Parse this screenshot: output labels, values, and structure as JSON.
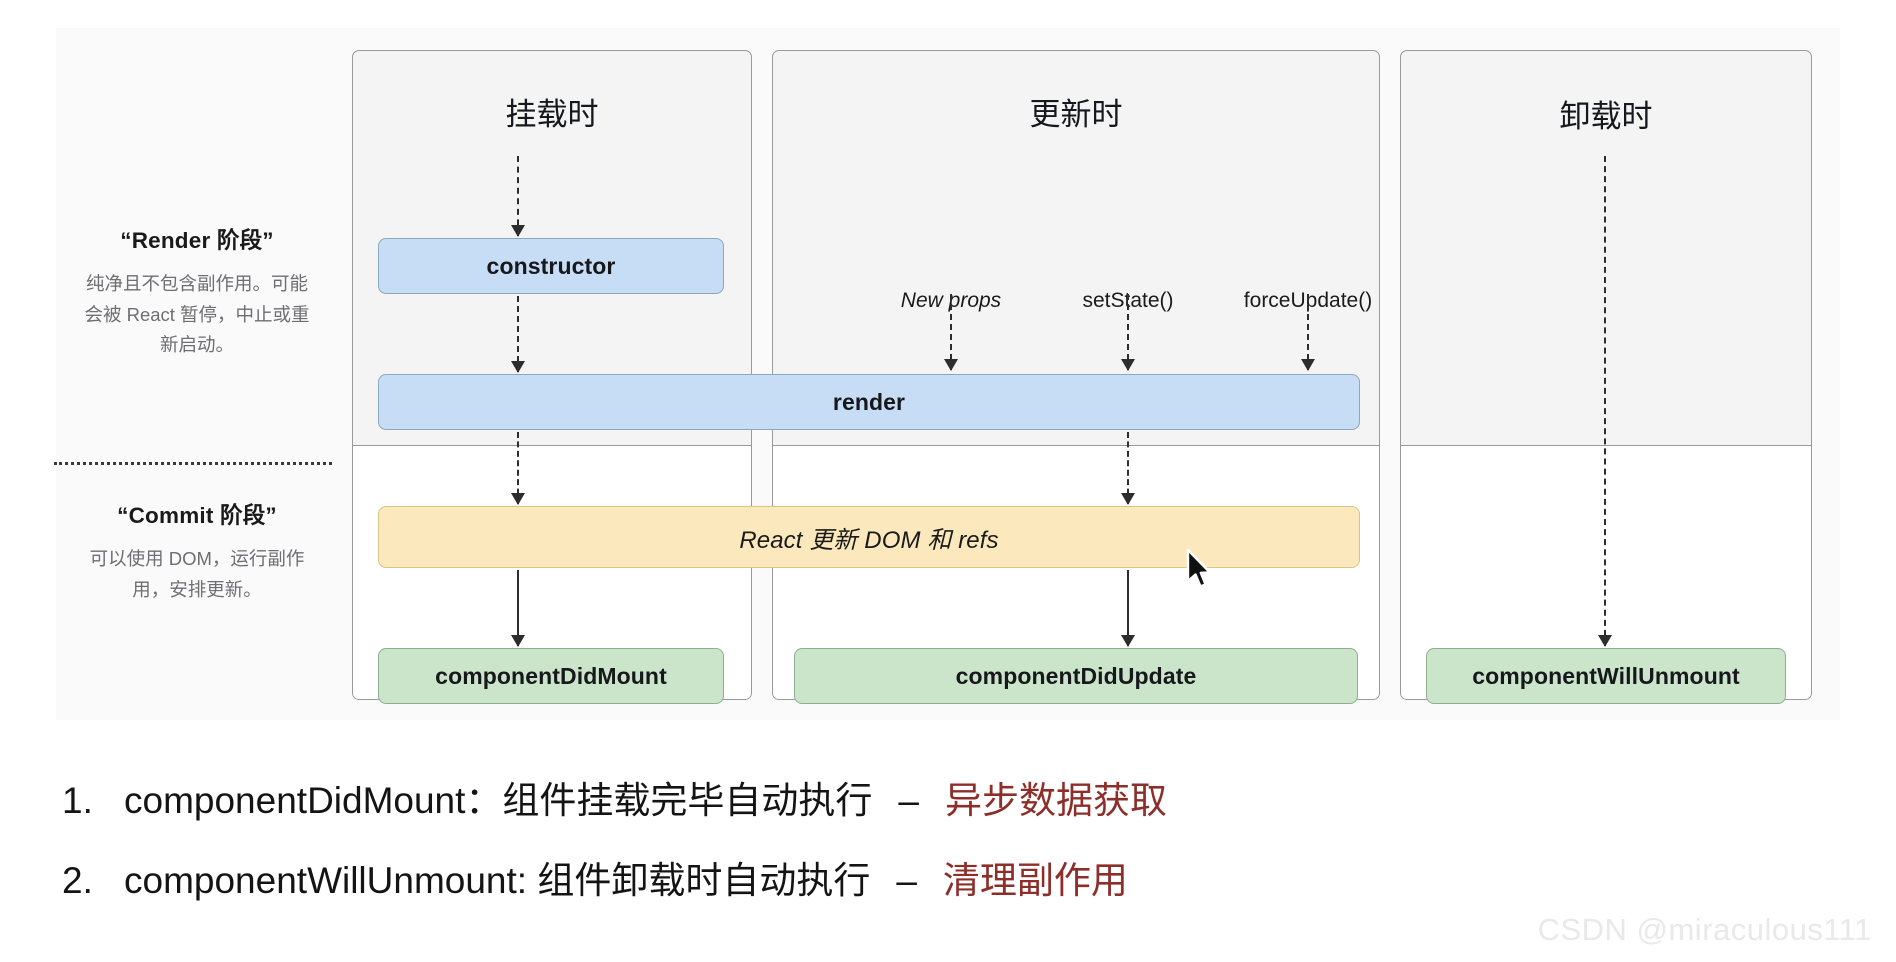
{
  "legend": {
    "render": {
      "title": "“Render 阶段”",
      "desc": "纯净且不包含副作用。可能会被 React 暂停，中止或重新启动。"
    },
    "commit": {
      "title": "“Commit 阶段”",
      "desc": "可以使用 DOM，运行副作用，安排更新。"
    }
  },
  "panels": {
    "mount": {
      "title": "挂载时"
    },
    "update": {
      "title": "更新时"
    },
    "unmount": {
      "title": "卸载时"
    }
  },
  "triggers": [
    {
      "label": "New props",
      "italic": true
    },
    {
      "label": "setState()",
      "italic": false
    },
    {
      "label": "forceUpdate()",
      "italic": false
    }
  ],
  "boxes": {
    "constructor": "constructor",
    "render": "render",
    "react_dom": "React 更新 DOM 和 refs",
    "did_mount": "componentDidMount",
    "did_update": "componentDidUpdate",
    "will_unmount": "componentWillUnmount"
  },
  "notes": [
    {
      "num": "1.",
      "text": "componentDidMount：组件挂载完毕自动执行",
      "dash": "–",
      "highlight": "异步数据获取"
    },
    {
      "num": "2.",
      "text": "componentWillUnmount: 组件卸载时自动执行",
      "dash": "–",
      "highlight": "清理副作用"
    }
  ],
  "watermark": "CSDN @miraculous111",
  "colors": {
    "blue_box": "#c6ddf5",
    "green_box": "#cbe5cb",
    "yellow_box": "#fbe9bd",
    "panel_bg": "#f4f4f4",
    "highlight": "#8d2e2a",
    "watermark": "#e9e9e9"
  }
}
